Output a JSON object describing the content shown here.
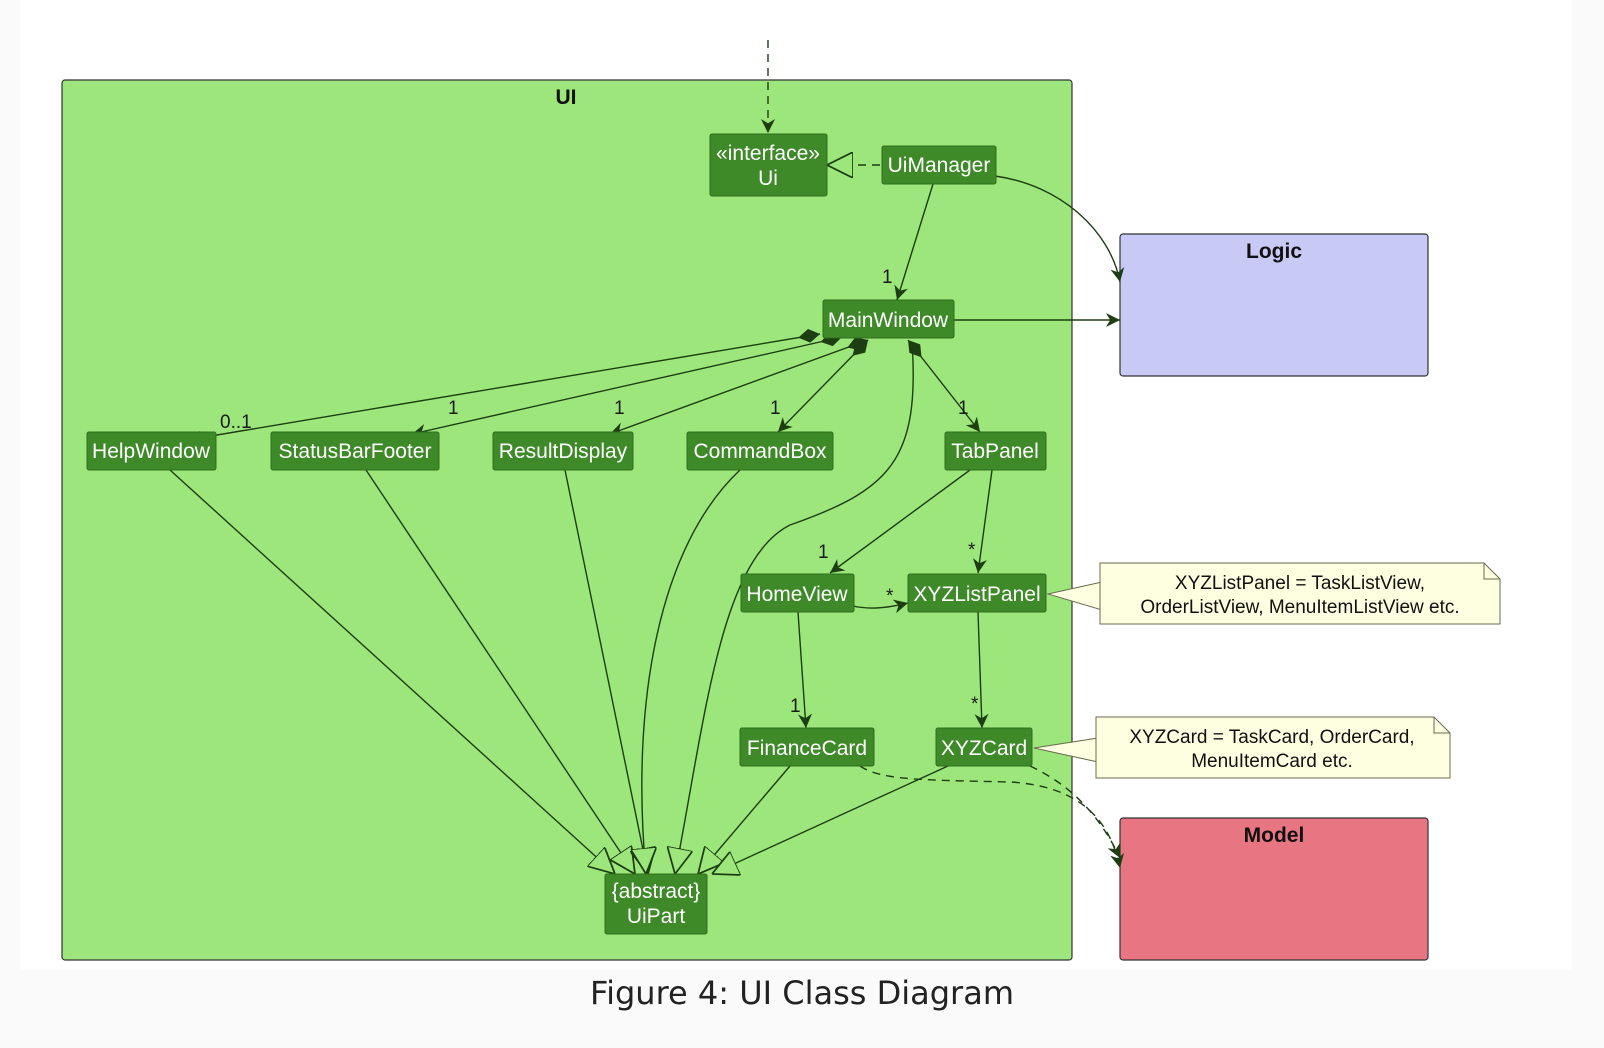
{
  "packages": {
    "ui": "UI",
    "logic": "Logic",
    "model": "Model"
  },
  "classes": {
    "ui_stereotype": "«interface»",
    "ui": "Ui",
    "ui_manager": "UiManager",
    "main_window": "MainWindow",
    "help_window": "HelpWindow",
    "status_bar_footer": "StatusBarFooter",
    "result_display": "ResultDisplay",
    "command_box": "CommandBox",
    "tab_panel": "TabPanel",
    "home_view": "HomeView",
    "xyz_list_panel": "XYZListPanel",
    "finance_card": "FinanceCard",
    "xyz_card": "XYZCard",
    "ui_part_stereotype": "{abstract}",
    "ui_part": "UiPart"
  },
  "multiplicities": {
    "uimanager_mainwindow": "1",
    "mainwindow_helpwindow": "0..1",
    "mainwindow_statusbar": "1",
    "mainwindow_resultdisplay": "1",
    "mainwindow_commandbox": "1",
    "mainwindow_tabpanel": "1",
    "tabpanel_homeview": "1",
    "tabpanel_xyzlistpanel": "*",
    "homeview_xyzlistpanel": "*",
    "homeview_financecard": "1",
    "xyzlistpanel_xyzcard": "*"
  },
  "notes": {
    "list_panel_line1": "XYZListPanel = TaskListView,",
    "list_panel_line2": "OrderListView, MenuItemListView etc.",
    "card_line1": "XYZCard = TaskCard, OrderCard,",
    "card_line2": "MenuItemCard etc."
  },
  "caption": "Figure 4: UI Class Diagram",
  "colors": {
    "ui_package": "#9ce67b",
    "logic_package": "#c9c9f6",
    "model_package": "#e87682",
    "class_box": "#3e8a28",
    "note": "#fefee0"
  }
}
